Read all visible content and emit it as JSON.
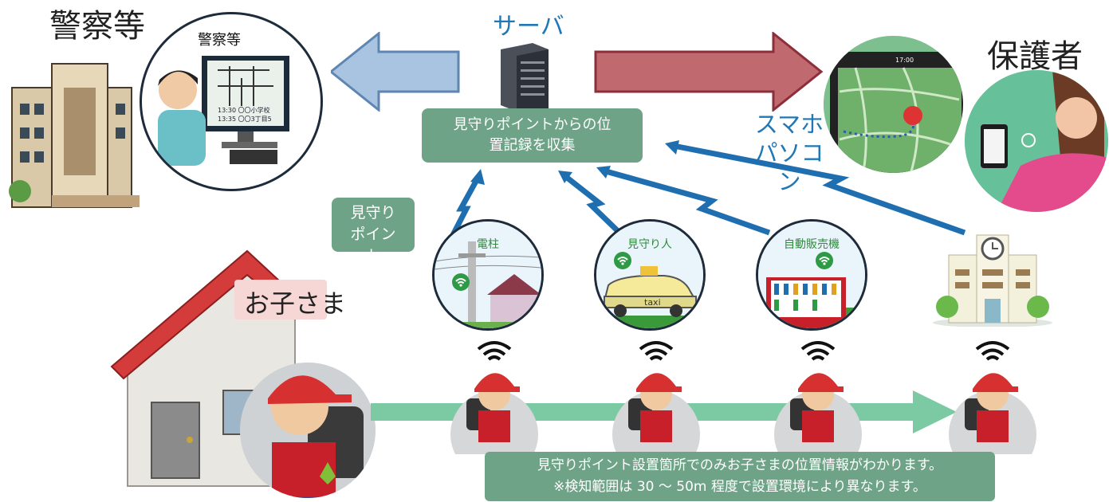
{
  "labels": {
    "police_title": "警察等",
    "police_screen_title": "警察等",
    "police_log_line1": "13:30 〇〇小学校",
    "police_log_line2": "13:35 〇〇3丁目5",
    "server_title": "サーバ",
    "server_box": "見守りポイントからの位置記録を収集",
    "guardian_title": "保護者",
    "device_label": "スマホ パソコン",
    "phone_time": "17:00",
    "watch_point_tag": "見守り ポイント",
    "child_label": "お子さま"
  },
  "watch_points": [
    {
      "label": "電柱"
    },
    {
      "label": "見守り人"
    },
    {
      "label": "自動販売機"
    }
  ],
  "taxi_text": "taxi",
  "notice": {
    "line1": "見守りポイント設置箇所でのみお子さまの位置情報がわかります。",
    "line2": "※検知範囲は 30 ～ 50m 程度で設置環境により異なります。"
  },
  "colors": {
    "arrow_blue": "#a9c4e0",
    "arrow_red": "#c06a70",
    "signal_blue": "#1f6fb0",
    "green_box": "#6fa387",
    "path_green": "#7ccaa4"
  }
}
